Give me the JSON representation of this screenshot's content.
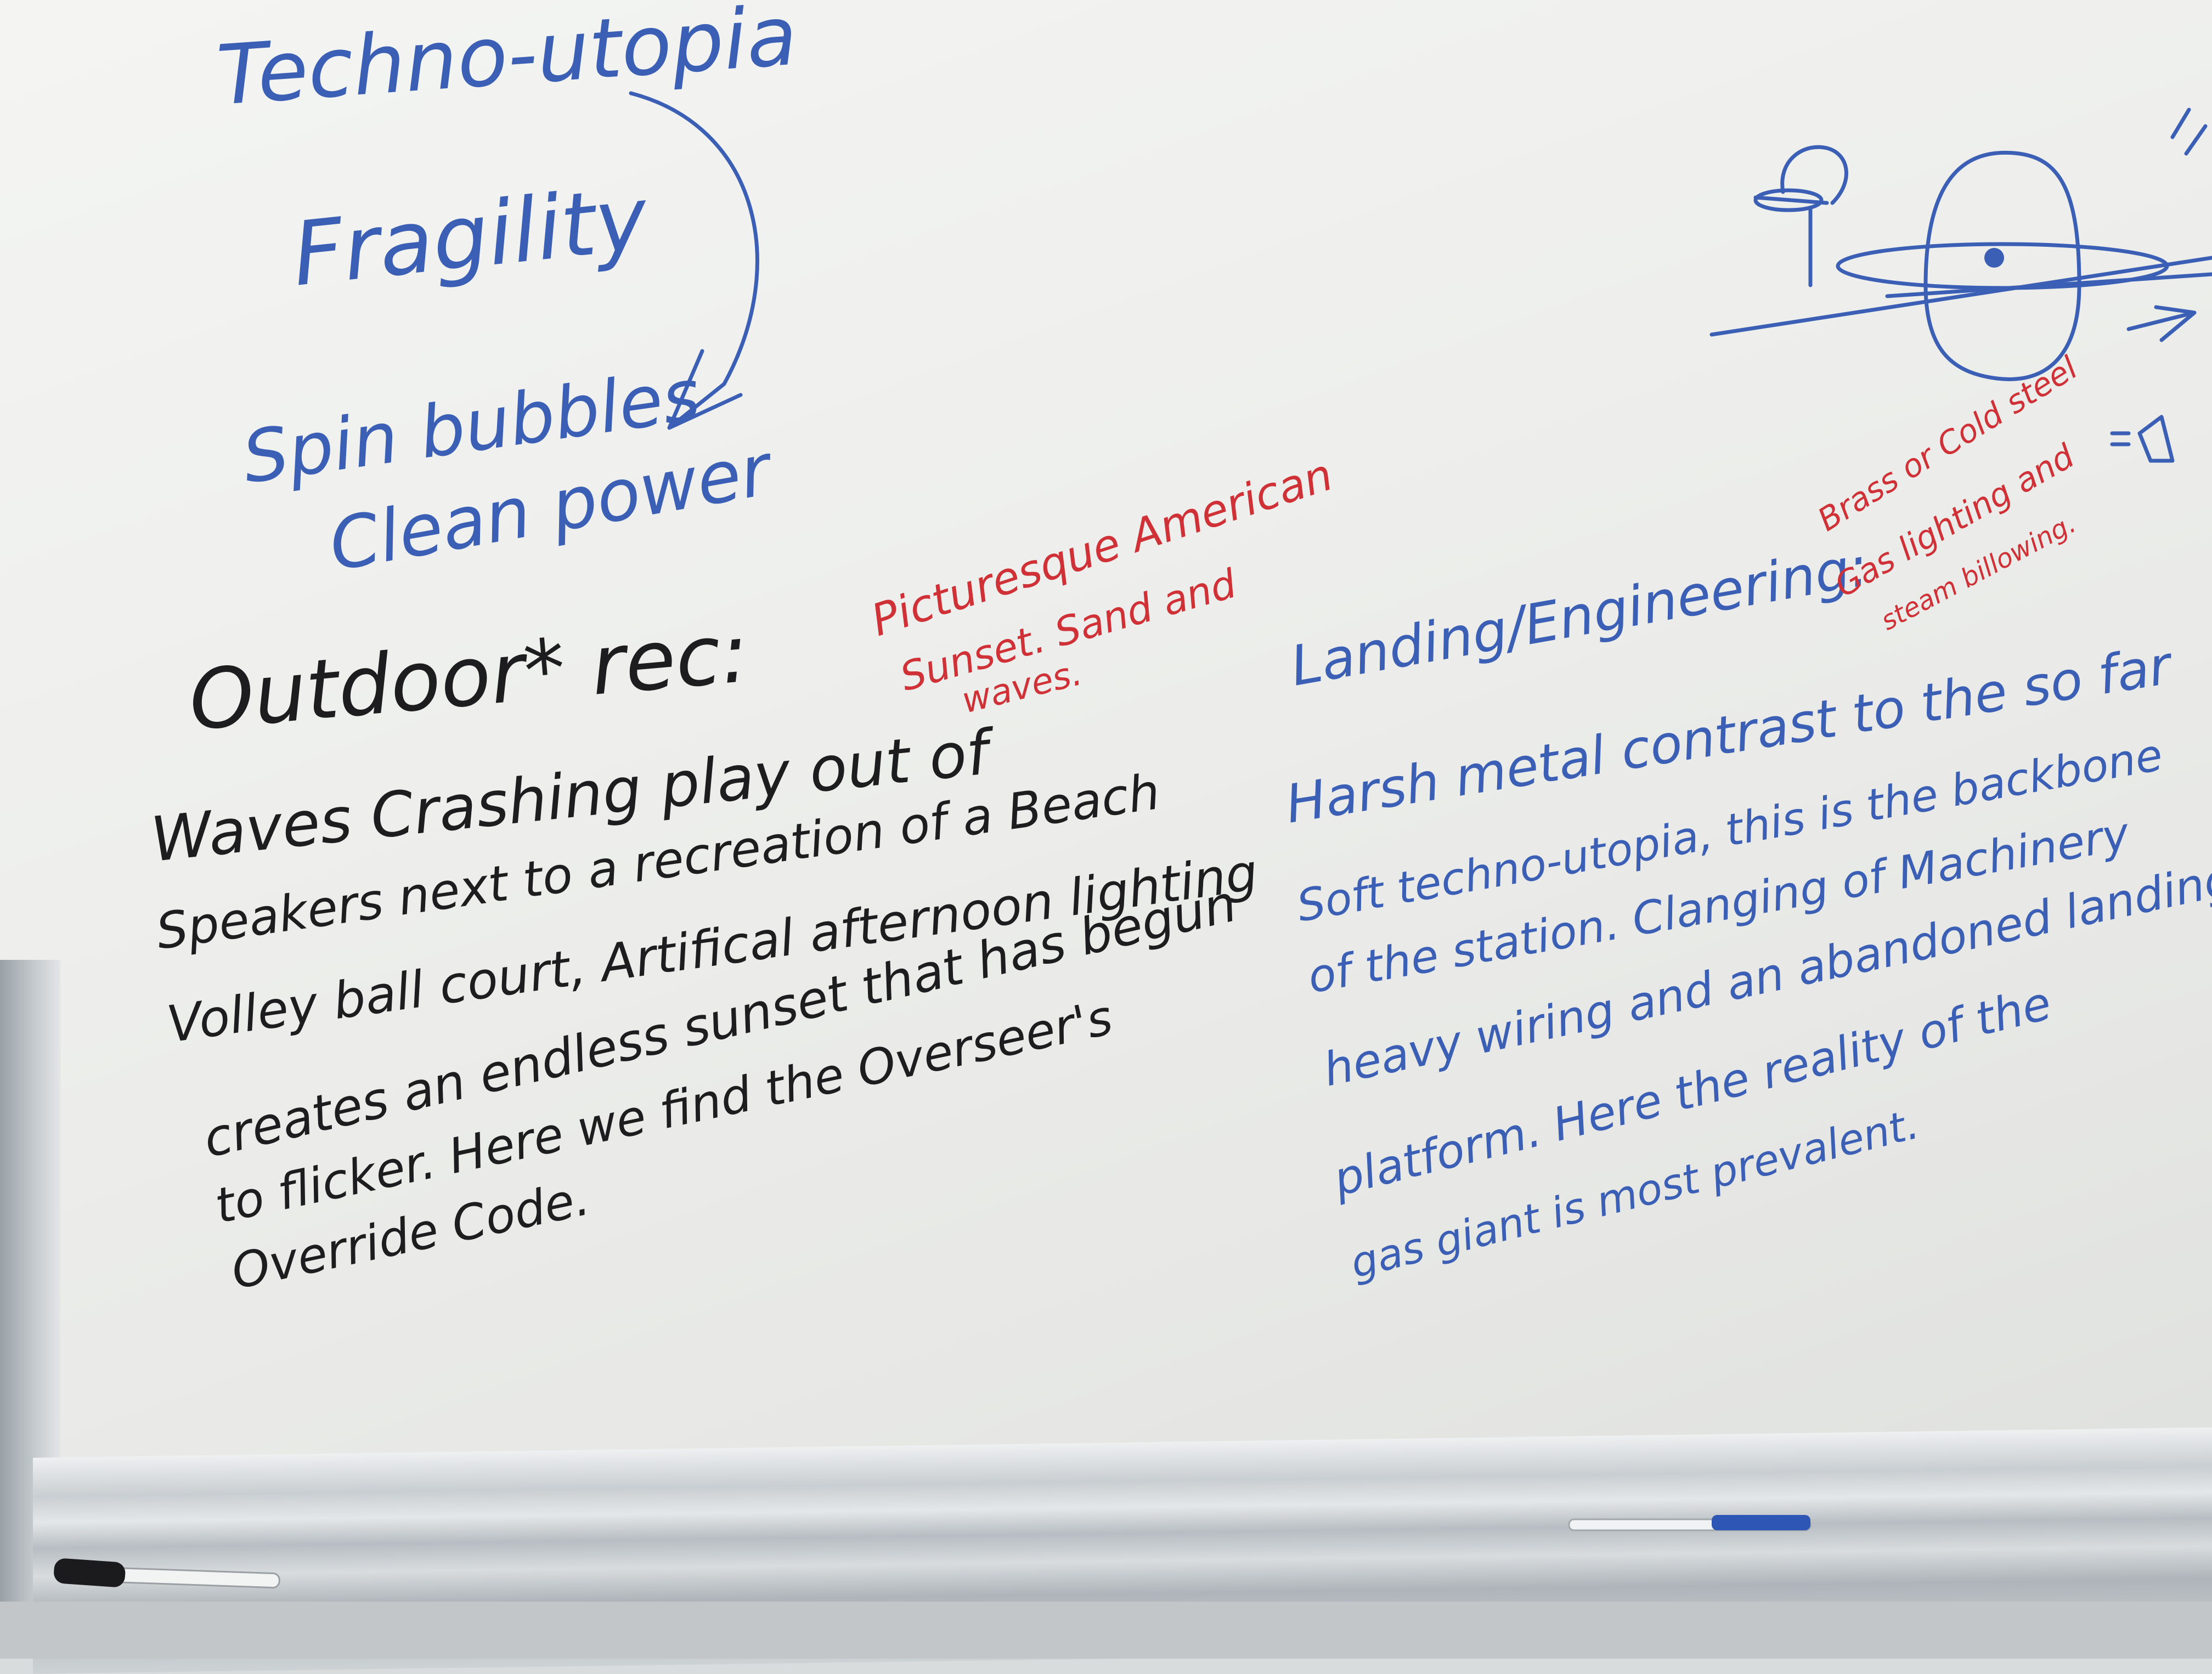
{
  "board": {
    "top_left": {
      "line1": "Techno-utopia",
      "line2": "Fragility",
      "line3": "Spin bubbles",
      "line4": "Clean power"
    },
    "outdoor": {
      "heading": "Outdoor* rec:",
      "lines": [
        "Waves Crashing play out of",
        "Speakers next to a recreation of a Beach",
        "Volley ball court, Artifical afternoon lighting",
        "creates an endless sunset that has begun",
        "to flicker. Here we find the Overseer's",
        "Override Code."
      ]
    },
    "outdoor_note": {
      "lines": [
        "Picturesque American",
        "Sunset. Sand and",
        "waves."
      ]
    },
    "landing": {
      "heading": "Landing/Engineering:",
      "lines": [
        "Harsh metal contrast to the so far",
        "Soft techno-utopia, this is the backbone",
        "of the station. Clanging of Machinery",
        "heavy wiring and an abandoned landing",
        "platform. Here the reality of the",
        "gas giant is most prevalent."
      ]
    },
    "landing_note": {
      "lines": [
        "Brass or Cold steel",
        "Gas lighting and",
        "steam billowing."
      ]
    }
  },
  "colors": {
    "blue_marker": "#3a5fb5",
    "black_marker": "#1d1d1f",
    "red_marker": "#cf3137",
    "board": "#eeefec",
    "frame": "#c9ced2"
  },
  "objects": {
    "sketch": "space-station-sketch",
    "tray_markers": [
      "black-marker",
      "blue-marker"
    ]
  }
}
